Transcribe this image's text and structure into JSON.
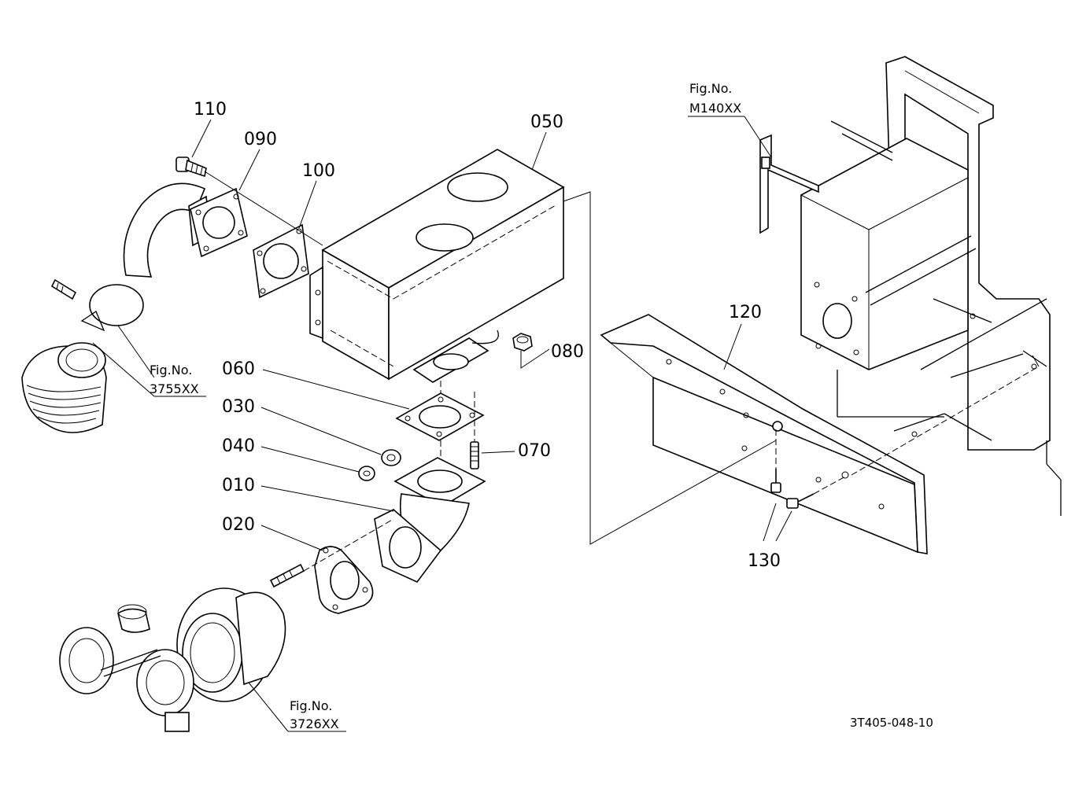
{
  "parts": {
    "p110": "110",
    "p090": "090",
    "p100": "100",
    "p050": "050",
    "p080": "080",
    "p060": "060",
    "p030": "030",
    "p040": "040",
    "p070": "070",
    "p010": "010",
    "p020": "020",
    "p120": "120",
    "p130": "130"
  },
  "figure_refs": {
    "m140": {
      "label": "Fig.No.",
      "code": "M140XX"
    },
    "r3755": {
      "label": "Fig.No.",
      "code": "3755XX"
    },
    "r3726": {
      "label": "Fig.No.",
      "code": "3726XX"
    }
  },
  "drawing_code": "3T405-048-10"
}
